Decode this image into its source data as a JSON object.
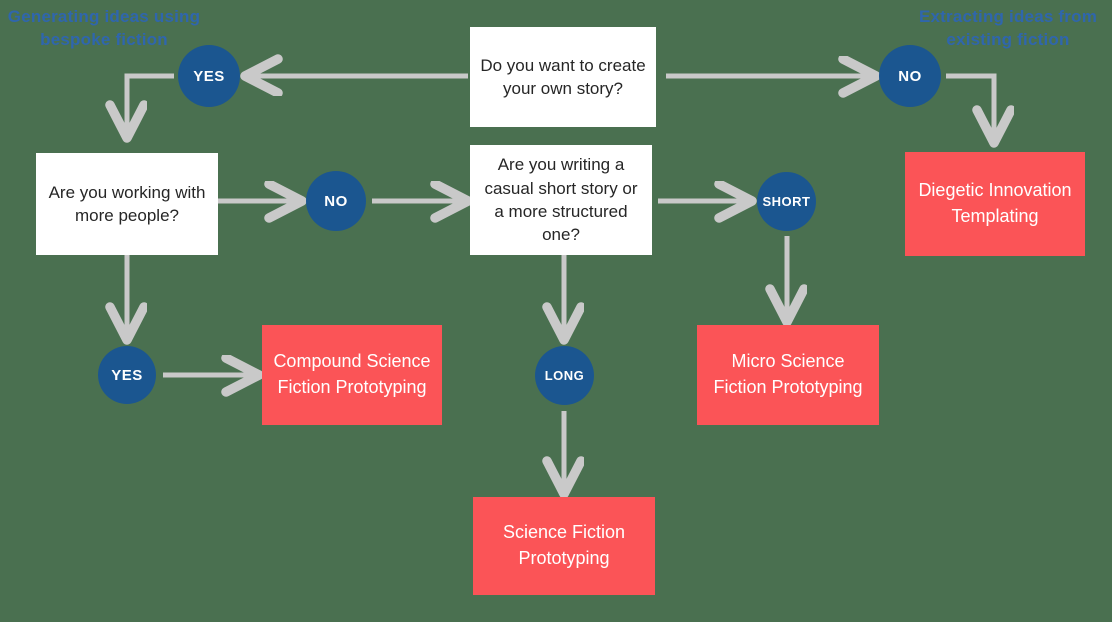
{
  "diagram": {
    "title": "Science fiction prototyping selection flowchart",
    "background_color": "#4a7050",
    "accent_blue": "#1b5690",
    "accent_red": "#fb5457",
    "caption_color": "#2f66ad",
    "arrow_color": "#c9c9c9"
  },
  "captions": {
    "left": "Generating ideas using bespoke fiction",
    "right": "Extracting ideas from existing fiction"
  },
  "questions": {
    "root": "Do you want to create your own story?",
    "collaboration": "Are you working with more people?",
    "structure": "Are you writing a casual short story or a more structured one?"
  },
  "badges": {
    "root_yes": "YES",
    "root_no": "NO",
    "collab_no": "NO",
    "collab_yes": "YES",
    "structure_short": "SHORT",
    "structure_long": "LONG"
  },
  "outcomes": {
    "diegetic": "Diegetic Innovation Templating",
    "compound": "Compound Science Fiction Prototyping",
    "micro": "Micro Science Fiction Prototyping",
    "standard": "Science Fiction Prototyping"
  }
}
